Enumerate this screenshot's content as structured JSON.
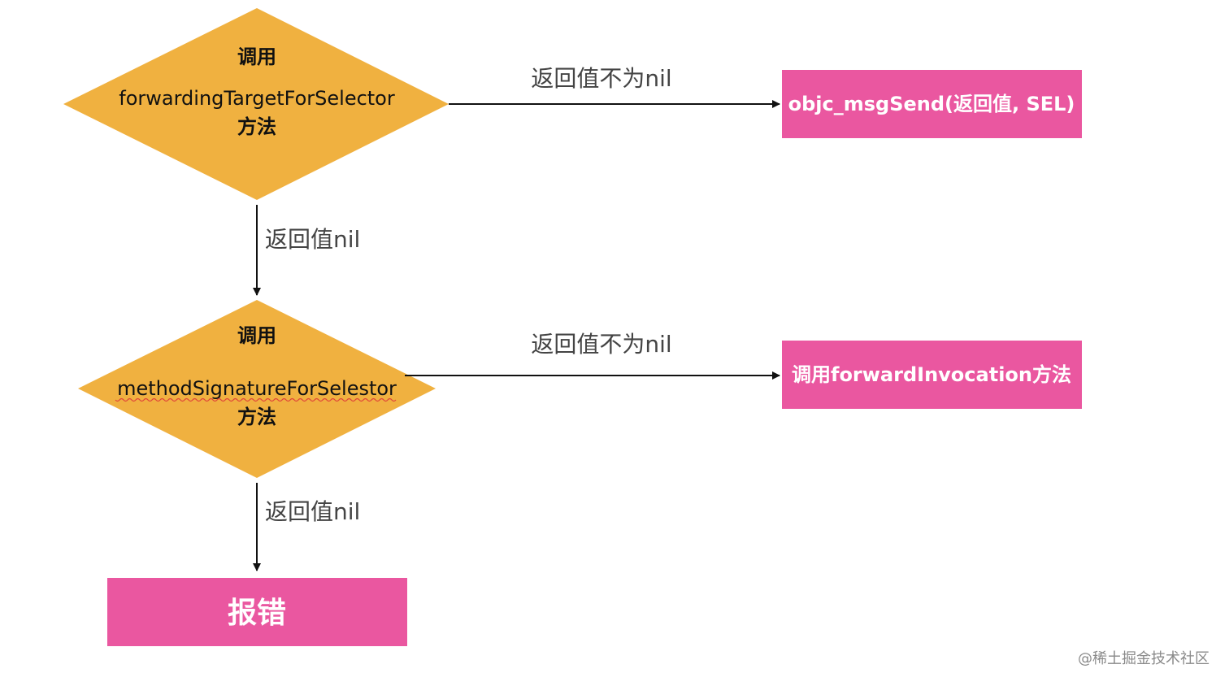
{
  "colors": {
    "diamond_fill": "#f0b140",
    "box_fill": "#ea57a0",
    "arrow": "#111111",
    "spellcheck_underline": "#e0443a"
  },
  "nodes": {
    "decision1": {
      "title": "调用",
      "line1": "forwardingTargetForSelector",
      "line2": "方法"
    },
    "decision2": {
      "title": "调用",
      "line1": "methodSignatureForSelestor",
      "line2": "方法"
    },
    "result1": {
      "label": "objc_msgSend(返回值, SEL)"
    },
    "result2": {
      "label": "调用forwardInvocation方法"
    },
    "error": {
      "label": "报错"
    }
  },
  "edges": {
    "d1_to_r1": "返回值不为nil",
    "d1_to_d2": "返回值nil",
    "d2_to_r2": "返回值不为nil",
    "d2_to_error": "返回值nil"
  },
  "watermark": "@稀土掘金技术社区"
}
